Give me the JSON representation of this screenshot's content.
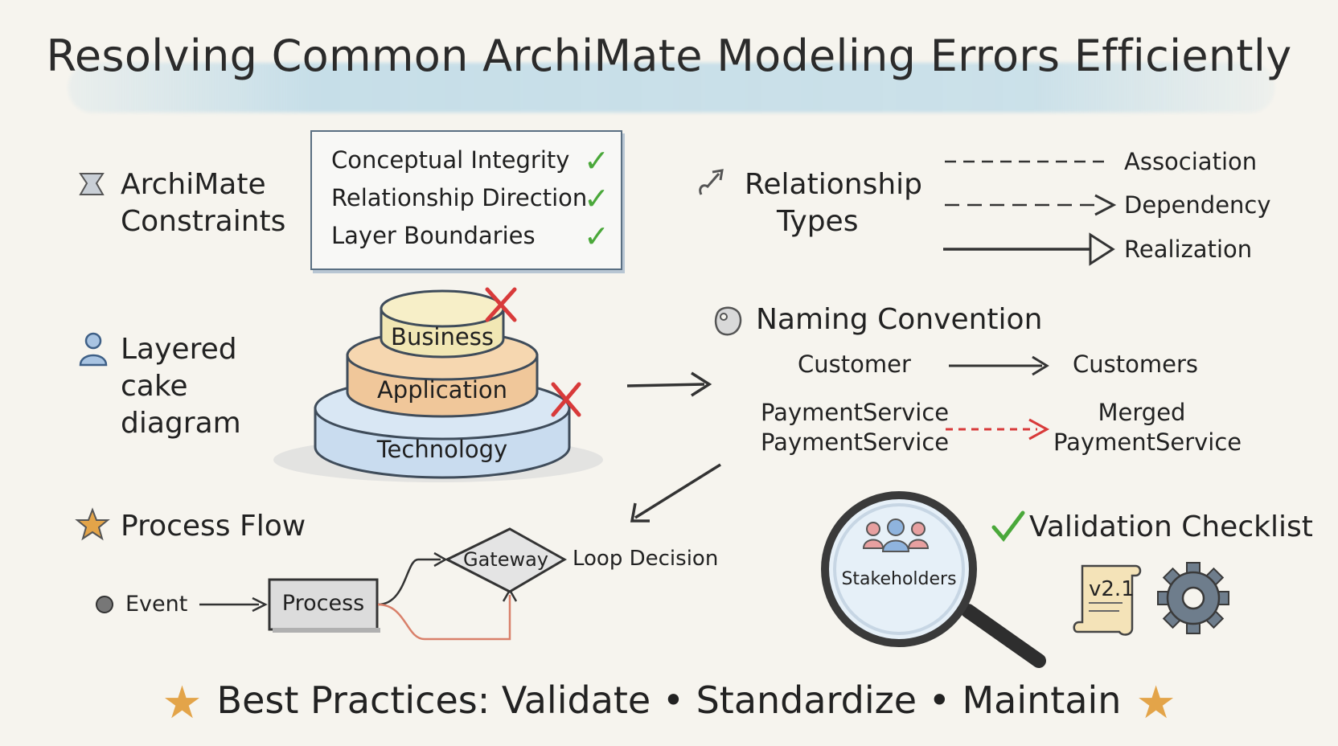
{
  "title": "Resolving Common ArchiMate Modeling Errors Efficiently",
  "constraints": {
    "heading_line1": "ArchiMate",
    "heading_line2": "Constraints",
    "items": [
      "Conceptual Integrity",
      "Relationship Direction",
      "Layer Boundaries"
    ]
  },
  "relationships": {
    "heading_line1": "Relationship",
    "heading_line2": "Types",
    "types": [
      "Association",
      "Dependency",
      "Realization"
    ]
  },
  "layered": {
    "heading_line1": "Layered",
    "heading_line2": "cake",
    "heading_line3": "diagram",
    "layers": [
      "Business",
      "Application",
      "Technology"
    ]
  },
  "naming": {
    "heading": "Naming Convention",
    "from1": "Customer",
    "to1": "Customers",
    "from2a": "PaymentService",
    "from2b": "PaymentService",
    "to2a": "Merged",
    "to2b": "PaymentService"
  },
  "process": {
    "heading": "Process Flow",
    "event": "Event",
    "process": "Process",
    "gateway": "Gateway",
    "loop": "Loop Decision"
  },
  "validation": {
    "stakeholders": "Stakeholders",
    "heading": "Validation Checklist",
    "version": "v2.1"
  },
  "footer": {
    "text": "Best Practices: Validate • Standardize • Maintain"
  },
  "colors": {
    "check": "#4aa83a",
    "error_x": "#d83a3a",
    "star": "#e3a449",
    "business": "#f1e7b4",
    "application": "#f0c79a",
    "technology": "#c9dcef"
  }
}
